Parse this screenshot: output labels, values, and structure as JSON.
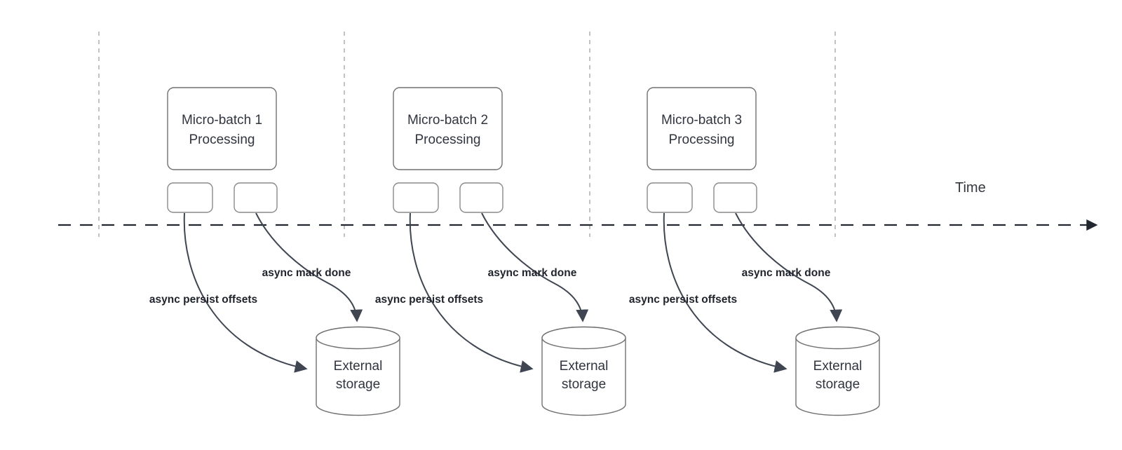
{
  "diagram": {
    "time_axis": {
      "label": "Time"
    },
    "columns": [
      {
        "batch_line1": "Micro-batch 1",
        "batch_line2": "Processing",
        "persist_offsets_label": "async persist offsets",
        "mark_done_label": "async mark done",
        "storage_line1": "External",
        "storage_line2": "storage"
      },
      {
        "batch_line1": "Micro-batch 2",
        "batch_line2": "Processing",
        "persist_offsets_label": "async persist offsets",
        "mark_done_label": "async mark done",
        "storage_line1": "External",
        "storage_line2": "storage"
      },
      {
        "batch_line1": "Micro-batch 3",
        "batch_line2": "Processing",
        "persist_offsets_label": "async persist offsets",
        "mark_done_label": "async mark done",
        "storage_line1": "External",
        "storage_line2": "storage"
      }
    ],
    "colors": {
      "connector": "#3f4652",
      "timeline": "#22262e",
      "guide_line": "#b3b3b3",
      "shape_border": "#717171",
      "small_shape_border": "#8a8a8a",
      "box_text": "#30353f",
      "edge_label_text": "#20242c",
      "background": "#ffffff"
    }
  }
}
